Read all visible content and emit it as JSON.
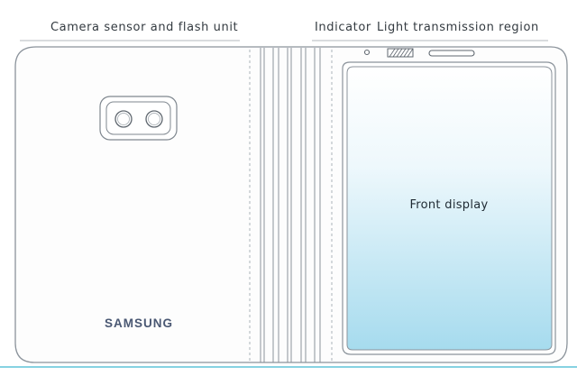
{
  "labels": {
    "camera": "Camera sensor and flash unit",
    "indicator": "Indicator",
    "light_region": "Light transmission region"
  },
  "brand": "SAMSUNG",
  "display_label": "Front display",
  "colors": {
    "outline": "#8b939b",
    "baseline": "#5ec4d8",
    "display_top": "#ffffff",
    "display_bottom": "#a9dcef"
  }
}
